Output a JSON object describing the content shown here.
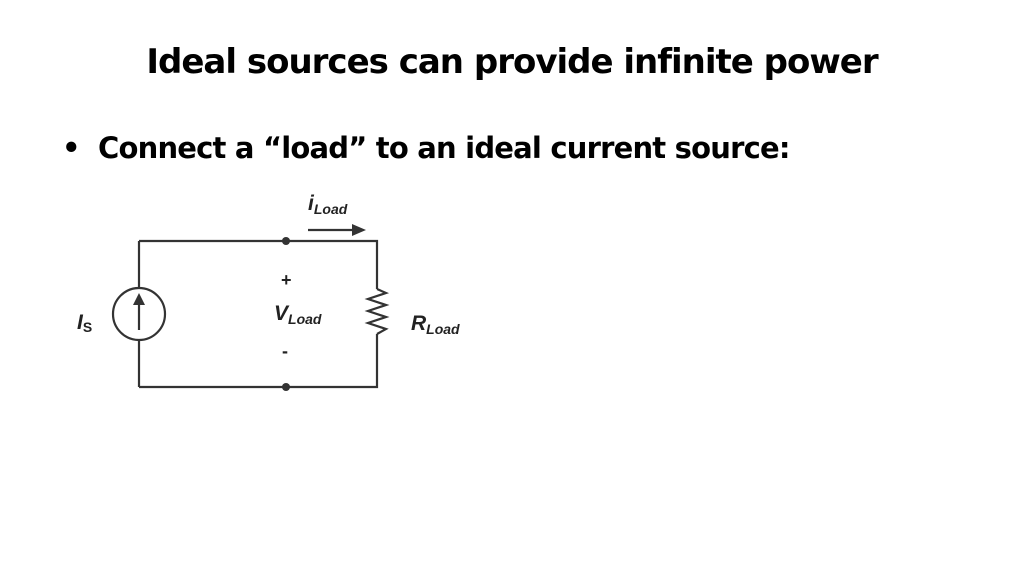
{
  "slide": {
    "title": "Ideal sources can provide infinite power",
    "bullets": [
      {
        "marker": "•",
        "text": "Connect a “load” to an ideal current source:"
      }
    ]
  },
  "circuit": {
    "source_label": {
      "main": "I",
      "sub": "S"
    },
    "voltage_label": {
      "main": "V",
      "sub": "Load",
      "plus": "+",
      "minus": "-"
    },
    "current_label": {
      "main": "i",
      "sub": "Load"
    },
    "resistor_label": {
      "main": "R",
      "sub": "Load"
    },
    "stroke_color": "#333333"
  }
}
